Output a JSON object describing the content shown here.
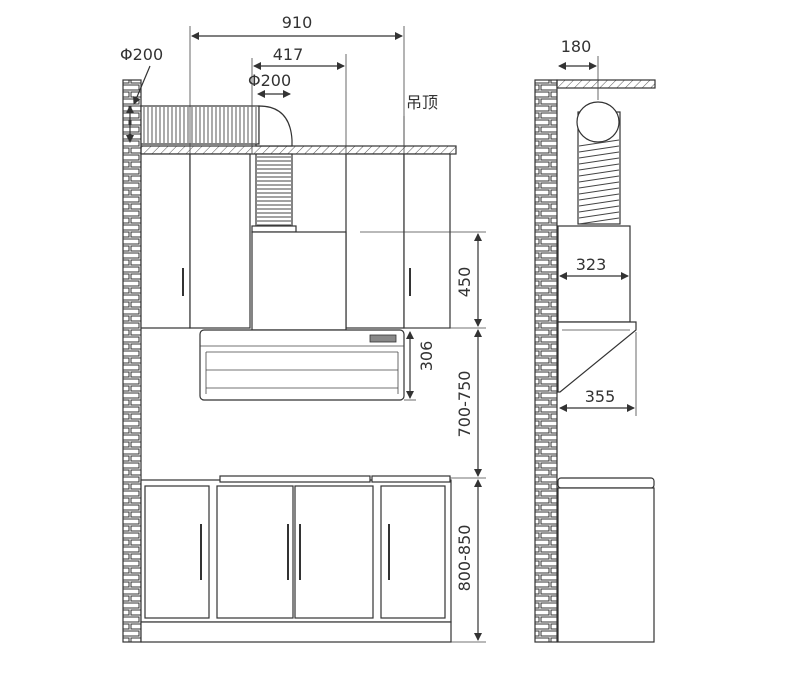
{
  "labels": {
    "width_total": "910",
    "width_hood": "417",
    "duct_diameter_left": "Φ200",
    "duct_diameter_center": "Φ200",
    "ceiling": "吊顶",
    "hood_height": "450",
    "panel_height": "306",
    "install_gap": "700-750",
    "counter_height": "800-850",
    "side_top_width": "180",
    "side_body_width": "323",
    "side_panel_depth": "355"
  }
}
